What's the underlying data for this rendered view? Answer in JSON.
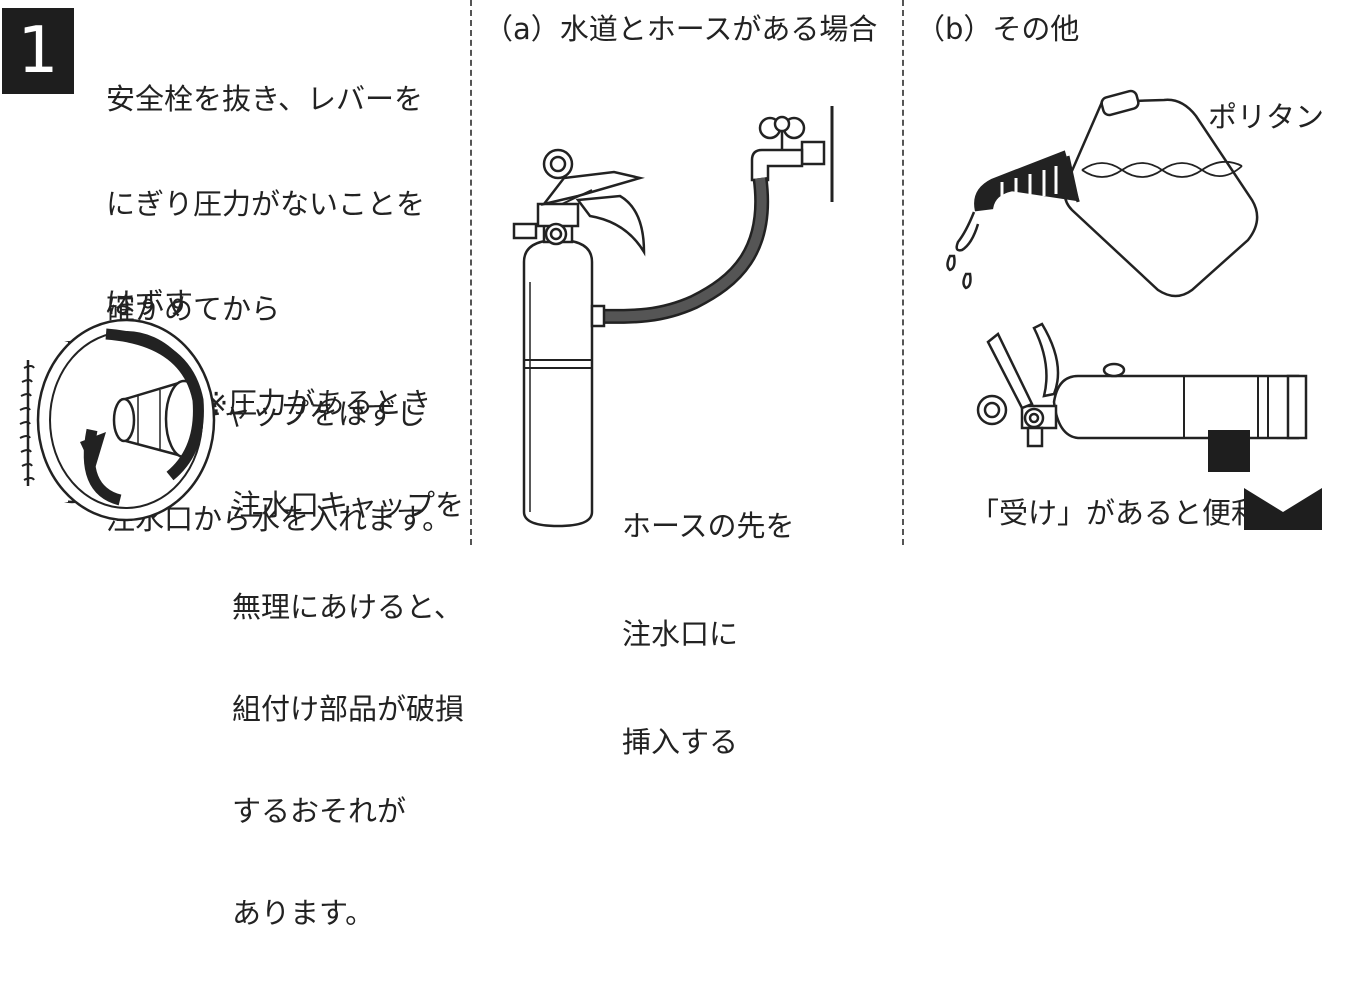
{
  "step": {
    "number": "1",
    "instructions": [
      "安全栓を抜き、レバーを",
      "にぎり圧力がないことを",
      "確かめてから",
      "注水口キャップをはずし",
      "注水口から水を入れます。"
    ],
    "remove_label": "はずす",
    "caution": [
      "※圧力があるとき",
      "注水口キャップを",
      "無理にあけると、",
      "組付け部品が破損",
      "するおそれが",
      "あります。"
    ]
  },
  "case_a": {
    "title": "（a）水道とホースがある場合",
    "hose_note": [
      "ホースの先を",
      "注水口に",
      "挿入する"
    ]
  },
  "case_b": {
    "title": "（b）その他",
    "tank_label": "ポリタン",
    "receiver_note": "「受け」があると便利"
  },
  "colors": {
    "step_badge": "#1e1e1e",
    "hose": "#555555",
    "divider": "#555555"
  },
  "icons": [
    "cap-removal-illustration",
    "extinguisher-with-faucet-illustration",
    "polytank-pouring-illustration",
    "extinguisher-lying-illustration"
  ]
}
